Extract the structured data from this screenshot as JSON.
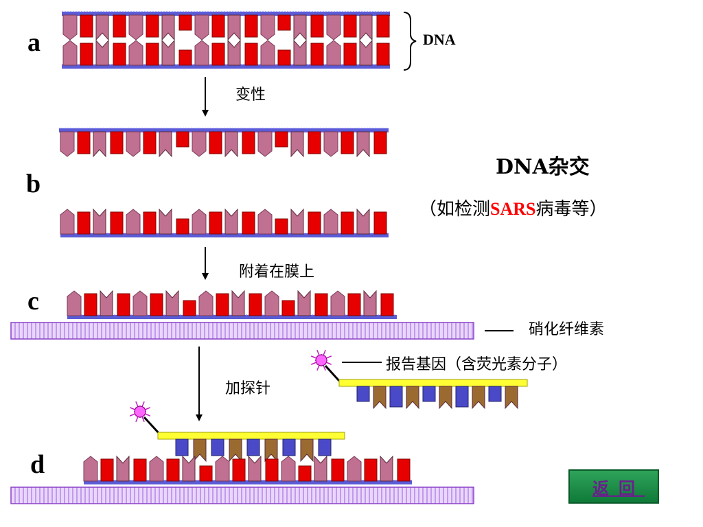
{
  "labels": {
    "a": "a",
    "b": "b",
    "c": "c",
    "d": "d",
    "dna": "DNA",
    "denature": "变性",
    "attach": "附着在膜上",
    "nitrocellulose": "硝化纤维素",
    "probe": "加探针",
    "reporter": "报告基因（含荧光素分子）"
  },
  "title": {
    "main": "DNA杂交",
    "sub_prefix": "（如检测",
    "sub_highlight": "SARS",
    "sub_suffix": "病毒等）"
  },
  "nav": {
    "back": "返回"
  },
  "colors": {
    "backbone": "#5b5bd6",
    "base_pink": "#c07090",
    "base_red": "#e60000",
    "membrane": "#e9d6ff",
    "membrane_line": "#8a40c8",
    "probe_bar": "#ffff33",
    "probe_blue": "#4a4ac8",
    "probe_brown": "#9a6a30",
    "fluor": "#ff66ff",
    "title_highlight": "#ff0000",
    "button": "#1e8f46"
  }
}
